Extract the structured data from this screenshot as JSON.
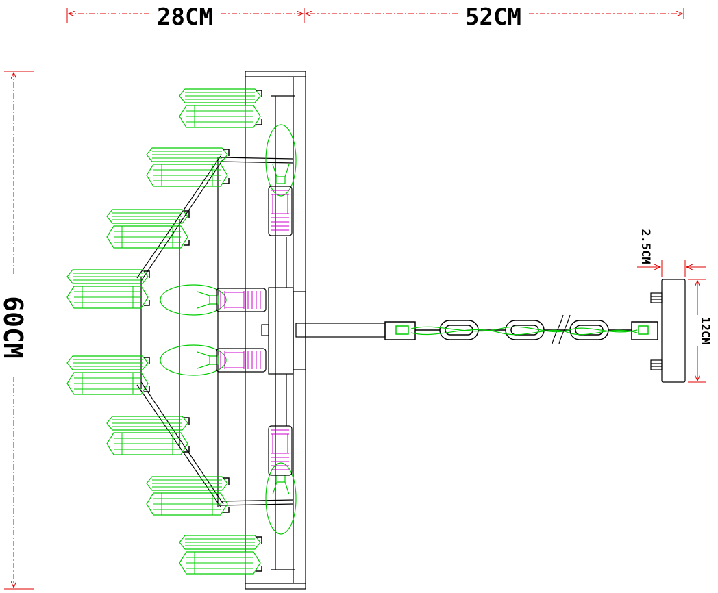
{
  "dimensions": {
    "top_left": "28CM",
    "top_right": "52CM",
    "height": "60CM",
    "canopy_thickness": "2.5CM",
    "canopy_height": "12CM"
  },
  "colors": {
    "dimension_line": "#e00000",
    "crystal": "#00cc00",
    "bulb": "#00cc00",
    "socket": "#cc00cc",
    "frame": "#000000"
  },
  "icons": [
    "crystal-prism-icon",
    "candle-bulb-icon",
    "socket-icon",
    "chain-link-icon"
  ]
}
